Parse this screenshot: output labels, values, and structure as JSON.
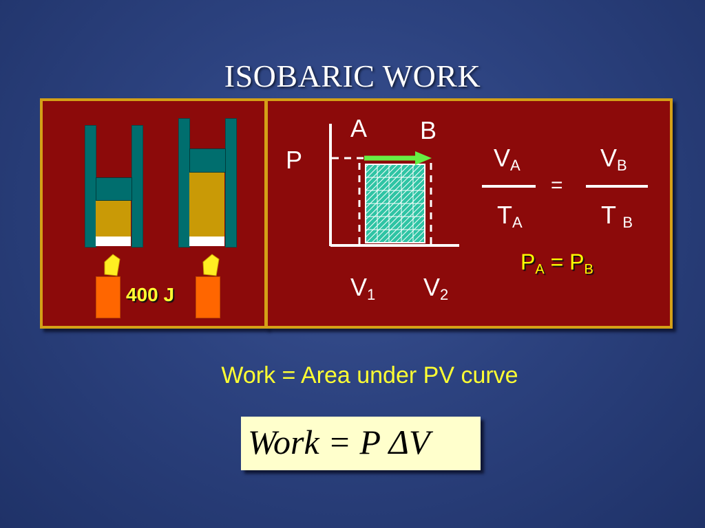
{
  "slide": {
    "title": "ISOBARIC WORK",
    "heat_label": "400 J",
    "graph": {
      "label_p": "P",
      "label_a": "A",
      "label_b": "B",
      "label_v": "V",
      "sub_1": "1",
      "sub_2": "2"
    },
    "law": {
      "v": "V",
      "t": "T",
      "sub_a": "A",
      "sub_b": "B",
      "equals": "="
    },
    "pressure_eq": {
      "p": "P",
      "sub_a": "A",
      "sub_b": "B",
      "equals": "="
    },
    "caption": "Work = Area under PV curve",
    "formula": "Work = P ΔV"
  },
  "colors": {
    "panel_bg": "#8c0a0a",
    "panel_border": "#d4a017",
    "cylinder": "#006e6e",
    "gas": "#c99a06",
    "candle": "#ff6600",
    "flame": "#ffee22",
    "arrow": "#66ee44",
    "area_fill": "#2fc4a4",
    "caption": "#ffff33"
  }
}
